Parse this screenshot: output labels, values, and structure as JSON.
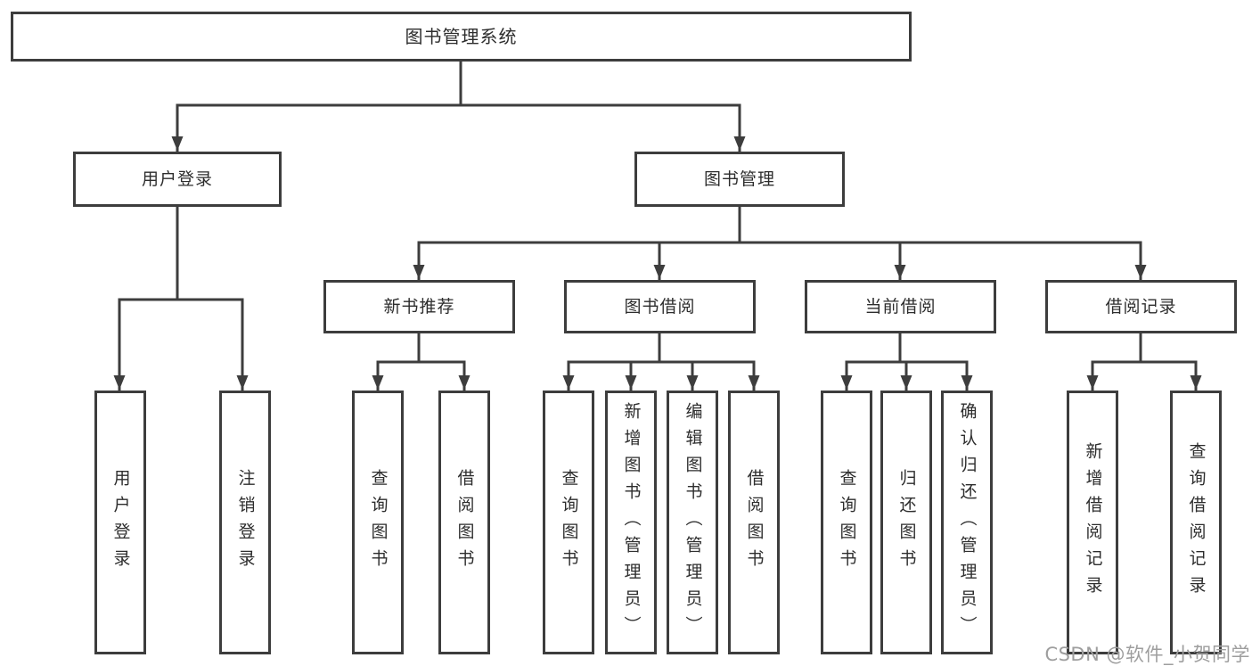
{
  "diagram": {
    "root": {
      "label": "图书管理系统"
    },
    "branches": [
      {
        "label": "用户登录",
        "children": [
          "用户登录",
          "注销登录"
        ]
      },
      {
        "label": "图书管理",
        "children": [
          {
            "label": "新书推荐",
            "children": [
              "查询图书",
              "借阅图书"
            ]
          },
          {
            "label": "图书借阅",
            "children": [
              "查询图书",
              "新增图书（管理员）",
              "编辑图书（管理员）",
              "借阅图书"
            ]
          },
          {
            "label": "当前借阅",
            "children": [
              "查询图书",
              "归还图书",
              "确认归还（管理员）"
            ]
          },
          {
            "label": "借阅记录",
            "children": [
              "新增借阅记录",
              "查询借阅记录"
            ]
          }
        ]
      }
    ]
  },
  "watermark": {
    "text": "CSDN @软件_小贺同学"
  },
  "colors": {
    "line": "#3d3d3d",
    "text": "#2d2d2d",
    "watermark": "#9e9e9e",
    "bg": "#ffffff"
  }
}
